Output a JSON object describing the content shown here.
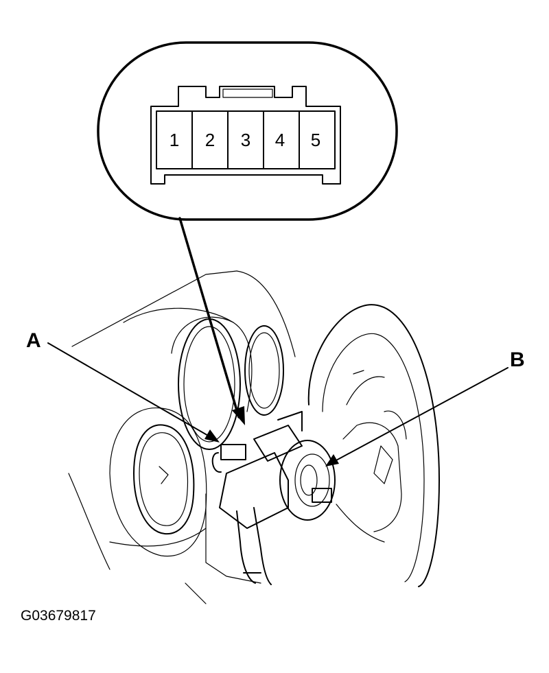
{
  "connector": {
    "pins": [
      "1",
      "2",
      "3",
      "4",
      "5"
    ]
  },
  "callouts": {
    "a": "A",
    "b": "B"
  },
  "figure_code": "G03679817",
  "colors": {
    "ink": "#000000",
    "background": "#ffffff"
  }
}
